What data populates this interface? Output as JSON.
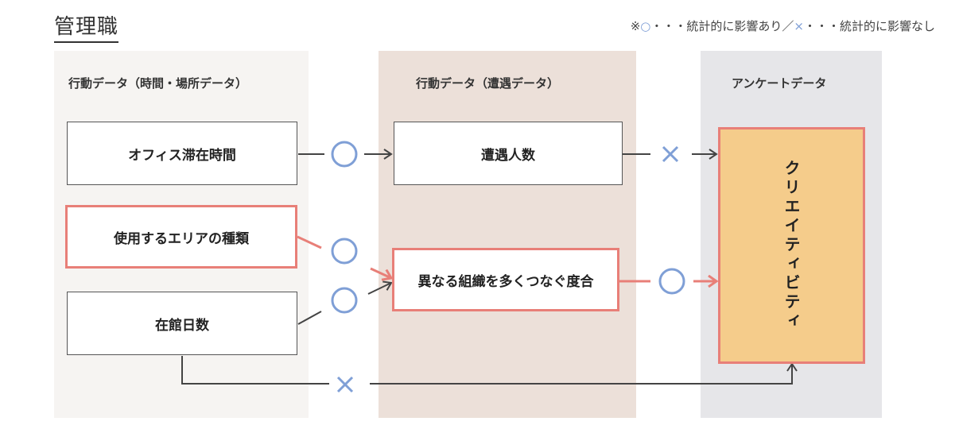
{
  "title": "管理職",
  "legend": {
    "prefix": "※",
    "circle_symbol": "○",
    "circle_meaning": "・・・統計的に影響あり／",
    "cross_symbol": "×",
    "cross_meaning": "・・・統計的に影響なし"
  },
  "columns": {
    "behavior_time_place": "行動データ（時間・場所データ）",
    "behavior_encounter": "行動データ（遭遇データ）",
    "survey": "アンケートデータ"
  },
  "nodes": {
    "office_time": "オフィス滞在時間",
    "area_types": "使用するエリアの種類",
    "days_in_building": "在館日数",
    "encounters": "遭遇人数",
    "cross_org": "異なる組織を多くつなぐ度合",
    "creativity": "クリエイティビティ"
  },
  "colors": {
    "significant_link": "#e87f78",
    "neutral_link": "#444444",
    "mark": "#7f9fd6",
    "target_fill": "#f5cc8b"
  }
}
